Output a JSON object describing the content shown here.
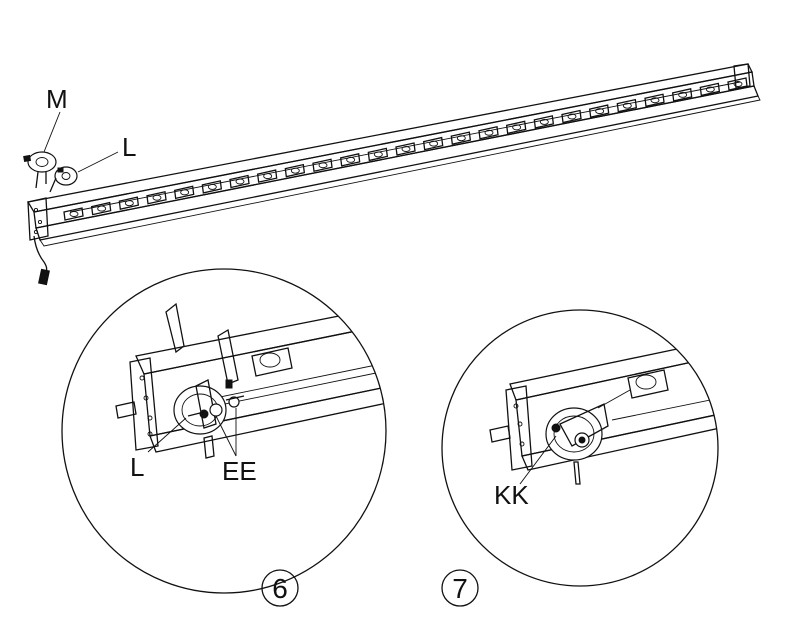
{
  "labels": {
    "main_motor": "M",
    "main_bracket": "L",
    "detail6_bracket": "L",
    "detail6_fasteners": "EE",
    "detail7_part": "KK"
  },
  "steps": {
    "step6": "6",
    "step7": "7"
  },
  "colors": {
    "line": "#111111",
    "background": "#ffffff"
  },
  "icons": {
    "rail": "rail-assembly-drawing",
    "motor": "motor-unit-drawing",
    "detail6": "bracket-install-detail",
    "detail7": "final-assembly-detail"
  }
}
